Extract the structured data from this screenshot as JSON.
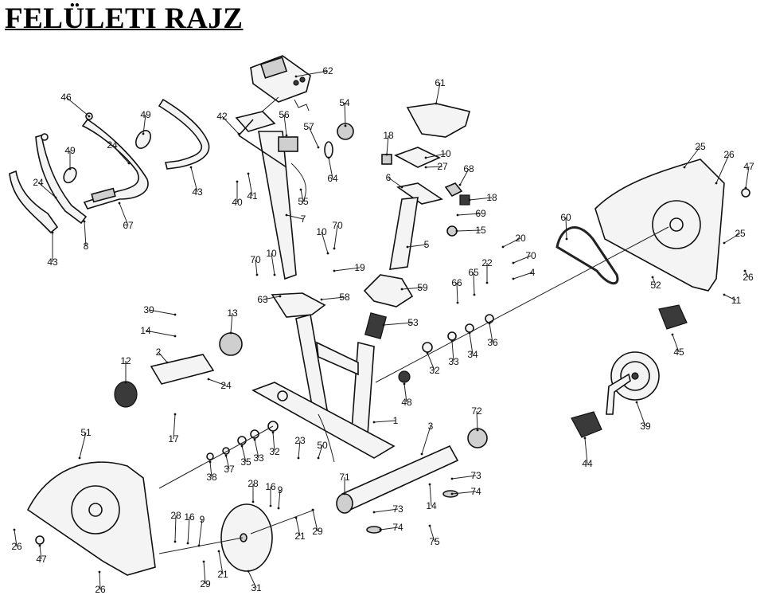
{
  "title": "FELÜLETI RAJZ",
  "callouts": [
    {
      "id": "c62",
      "n": "62"
    },
    {
      "id": "c61",
      "n": "61"
    },
    {
      "id": "c54",
      "n": "54"
    },
    {
      "id": "c56",
      "n": "56"
    },
    {
      "id": "c57",
      "n": "57"
    },
    {
      "id": "c42",
      "n": "42"
    },
    {
      "id": "c46",
      "n": "46"
    },
    {
      "id": "c49a",
      "n": "49"
    },
    {
      "id": "c49b",
      "n": "49"
    },
    {
      "id": "c24a",
      "n": "24"
    },
    {
      "id": "c24b",
      "n": "24"
    },
    {
      "id": "c43a",
      "n": "43"
    },
    {
      "id": "c43b",
      "n": "43"
    },
    {
      "id": "c8",
      "n": "8"
    },
    {
      "id": "c67",
      "n": "67"
    },
    {
      "id": "c40",
      "n": "40"
    },
    {
      "id": "c41",
      "n": "41"
    },
    {
      "id": "c64",
      "n": "64"
    },
    {
      "id": "c55",
      "n": "55"
    },
    {
      "id": "c7",
      "n": "7"
    },
    {
      "id": "c18a",
      "n": "18"
    },
    {
      "id": "c10a",
      "n": "10"
    },
    {
      "id": "c27",
      "n": "27"
    },
    {
      "id": "c6",
      "n": "6"
    },
    {
      "id": "c68",
      "n": "68"
    },
    {
      "id": "c18b",
      "n": "18"
    },
    {
      "id": "c69",
      "n": "69"
    },
    {
      "id": "c15",
      "n": "15"
    },
    {
      "id": "c5",
      "n": "5"
    },
    {
      "id": "c10b",
      "n": "10"
    },
    {
      "id": "c70a",
      "n": "70"
    },
    {
      "id": "c70b",
      "n": "70"
    },
    {
      "id": "c10c",
      "n": "10"
    },
    {
      "id": "c19",
      "n": "19"
    },
    {
      "id": "c63",
      "n": "63"
    },
    {
      "id": "c58",
      "n": "58"
    },
    {
      "id": "c59",
      "n": "59"
    },
    {
      "id": "c53",
      "n": "53"
    },
    {
      "id": "c30",
      "n": "30"
    },
    {
      "id": "c13",
      "n": "13"
    },
    {
      "id": "c14a",
      "n": "14"
    },
    {
      "id": "c2",
      "n": "2"
    },
    {
      "id": "c12",
      "n": "12"
    },
    {
      "id": "c24c",
      "n": "24"
    },
    {
      "id": "c17",
      "n": "17"
    },
    {
      "id": "c48",
      "n": "48"
    },
    {
      "id": "c1",
      "n": "1"
    },
    {
      "id": "c32a",
      "n": "32"
    },
    {
      "id": "c33a",
      "n": "33"
    },
    {
      "id": "c34",
      "n": "34"
    },
    {
      "id": "c36",
      "n": "36"
    },
    {
      "id": "c60",
      "n": "60"
    },
    {
      "id": "c20",
      "n": "20"
    },
    {
      "id": "c70c",
      "n": "70"
    },
    {
      "id": "c22",
      "n": "22"
    },
    {
      "id": "c4",
      "n": "4"
    },
    {
      "id": "c66",
      "n": "66"
    },
    {
      "id": "c65",
      "n": "65"
    },
    {
      "id": "c25a",
      "n": "25"
    },
    {
      "id": "c26a",
      "n": "26"
    },
    {
      "id": "c47a",
      "n": "47"
    },
    {
      "id": "c25b",
      "n": "25"
    },
    {
      "id": "c26b",
      "n": "26"
    },
    {
      "id": "c52",
      "n": "52"
    },
    {
      "id": "c11",
      "n": "11"
    },
    {
      "id": "c45",
      "n": "45"
    },
    {
      "id": "c39",
      "n": "39"
    },
    {
      "id": "c44",
      "n": "44"
    },
    {
      "id": "c51",
      "n": "51"
    },
    {
      "id": "c38",
      "n": "38"
    },
    {
      "id": "c37",
      "n": "37"
    },
    {
      "id": "c35",
      "n": "35"
    },
    {
      "id": "c33b",
      "n": "33"
    },
    {
      "id": "c32b",
      "n": "32"
    },
    {
      "id": "c23",
      "n": "23"
    },
    {
      "id": "c50",
      "n": "50"
    },
    {
      "id": "c3",
      "n": "3"
    },
    {
      "id": "c72",
      "n": "72"
    },
    {
      "id": "c73a",
      "n": "73"
    },
    {
      "id": "c74a",
      "n": "74"
    },
    {
      "id": "c71",
      "n": "71"
    },
    {
      "id": "c14b",
      "n": "14"
    },
    {
      "id": "c73b",
      "n": "73"
    },
    {
      "id": "c74b",
      "n": "74"
    },
    {
      "id": "c75",
      "n": "75"
    },
    {
      "id": "c28a",
      "n": "28"
    },
    {
      "id": "c16a",
      "n": "16"
    },
    {
      "id": "c9a",
      "n": "9"
    },
    {
      "id": "c28b",
      "n": "28"
    },
    {
      "id": "c16b",
      "n": "16"
    },
    {
      "id": "c9b",
      "n": "9"
    },
    {
      "id": "c29a",
      "n": "29"
    },
    {
      "id": "c21a",
      "n": "21"
    },
    {
      "id": "c21b",
      "n": "21"
    },
    {
      "id": "c29b",
      "n": "29"
    },
    {
      "id": "c31",
      "n": "31"
    },
    {
      "id": "c26c",
      "n": "26"
    },
    {
      "id": "c47b",
      "n": "47"
    },
    {
      "id": "c26d",
      "n": "26"
    }
  ]
}
